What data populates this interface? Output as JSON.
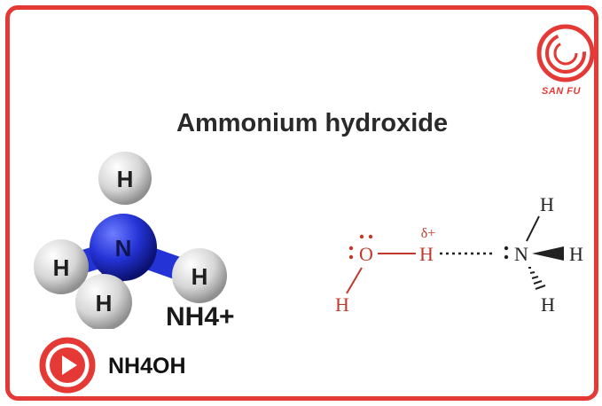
{
  "title": "Ammonium hydroxide",
  "brand": {
    "name": "SAN FU",
    "color": "#e53935"
  },
  "model": {
    "center_atom": "N",
    "hydrogens": [
      "H",
      "H",
      "H",
      "H"
    ],
    "label": "NH4+"
  },
  "structure": {
    "oxygen": "O",
    "hydrogen_bridge": "H",
    "delta": "δ+",
    "hydrogen_lower": "H",
    "nitrogen": "N",
    "n_hydrogens": [
      "H",
      "H",
      "H"
    ],
    "red_color": "#c0392b",
    "dark_color": "#222222"
  },
  "caption": "NH4OH",
  "frame_color": "#e53935"
}
